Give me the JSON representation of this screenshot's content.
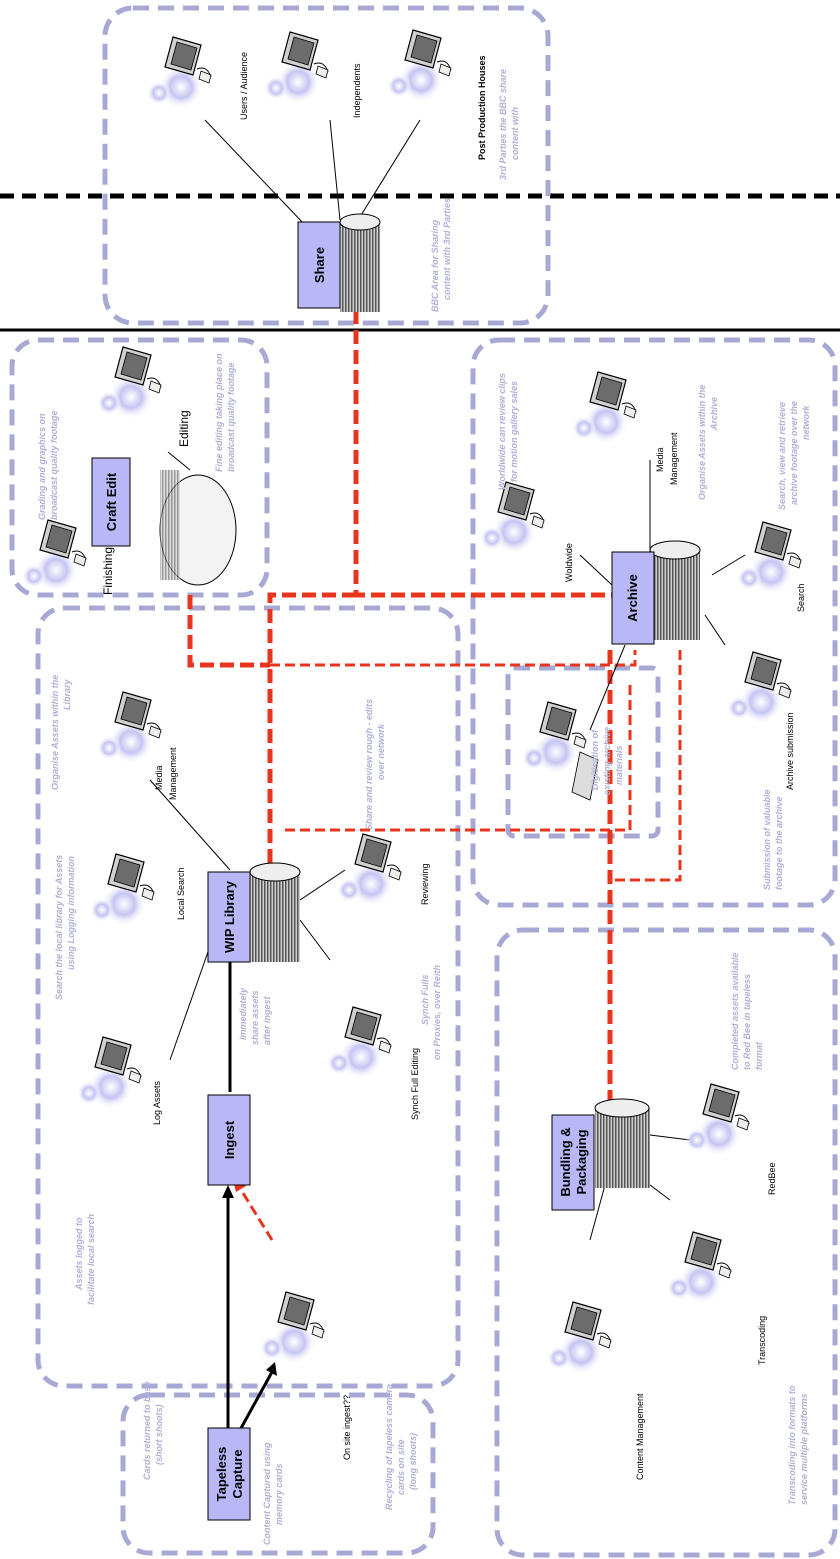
{
  "colors": {
    "zone_border": "#a8a8d4",
    "process_box": "#b9b7f5",
    "flow_line": "#e8341c",
    "note_text": "#b0b0d8"
  },
  "boxes": {
    "share": "Share",
    "craft_edit": "Craft Edit",
    "archive": "Archive",
    "wip_library": "WIP Library",
    "ingest": "Ingest",
    "bundling_line1": "Bundling &",
    "bundling_line2": "Packaging",
    "tapeless_line1": "Tapeless",
    "tapeless_line2": "Capture"
  },
  "labels": {
    "users_audience": "Users / Audience",
    "independents": "Independents",
    "post_production": "Post Production Houses",
    "finishing": "Finishing",
    "editing": "Editing",
    "worldwide": "Woldwide",
    "media_mgmt_archive_1": "Media",
    "media_mgmt_archive_2": "Management",
    "search": "Search",
    "archive_submission": "Archive submission",
    "media_mgmt_wip_1": "Media",
    "media_mgmt_wip_2": "Management",
    "local_search": "Local Search",
    "reviewing": "Reviewing",
    "log_assets": "Log Assets",
    "synch_full_editing": "Synch Full Editing",
    "on_site_ingest": "On site ingest??",
    "redbee": "RedBee",
    "transcoding": "Transcoding",
    "content_management": "Content Management"
  },
  "notes": {
    "share_parties_1": "3rd Parties the BBC share",
    "share_parties_2": "content with",
    "share_area_1": "BBC Area for Sharing",
    "share_area_2": "content with 3rd Parties",
    "grading_1": "Grading and graphics on",
    "grading_2": "broadcast quality footage",
    "fine_edit_1": "Fine editing taking place on",
    "fine_edit_2": "broadcast quality footage",
    "worldwide_1": "Worldwide can review clips",
    "worldwide_2": "for motion gallery sales",
    "organise_archive_1": "Organise Assets within the",
    "organise_archive_2": "Archive",
    "search_archive_1": "Search, view and retrieve",
    "search_archive_2": "archive footage over the",
    "search_archive_3": "network",
    "digitise_1": "Digitisation of",
    "digitise_2": "existing archive",
    "digitise_3": "materials",
    "submission_1": "Submission of valuable",
    "submission_2": "footage to the archive",
    "organise_library_1": "Organise Assets within the",
    "organise_library_2": "Library",
    "search_library_1": "Search the local library for Assets",
    "search_library_2": "using Logging information",
    "share_review_1": "Share and review rough - edits",
    "share_review_2": "over network",
    "immediately_1": "Immediately",
    "immediately_2": "share assets",
    "immediately_3": "after ingest",
    "synch_1": "Synch Fulls",
    "synch_2": "on Proxies, over Reith",
    "logged_1": "Assets logged to",
    "logged_2": "facilitate local search",
    "completed_1": "Completed assets available",
    "completed_2": "to Red Bee in tapeless",
    "completed_3": "format",
    "cards_returned_1": "Cards returned to base",
    "cards_returned_2": "(short shoots)",
    "recycling_1": "Recycling of tapeless camera",
    "recycling_2": "cards on site",
    "recycling_3": "(long shoots)",
    "content_captured_1": "Content Captured using",
    "content_captured_2": "memory cards",
    "transcoding_1": "Transcoding into formats to",
    "transcoding_2": "service multiple platforms"
  }
}
